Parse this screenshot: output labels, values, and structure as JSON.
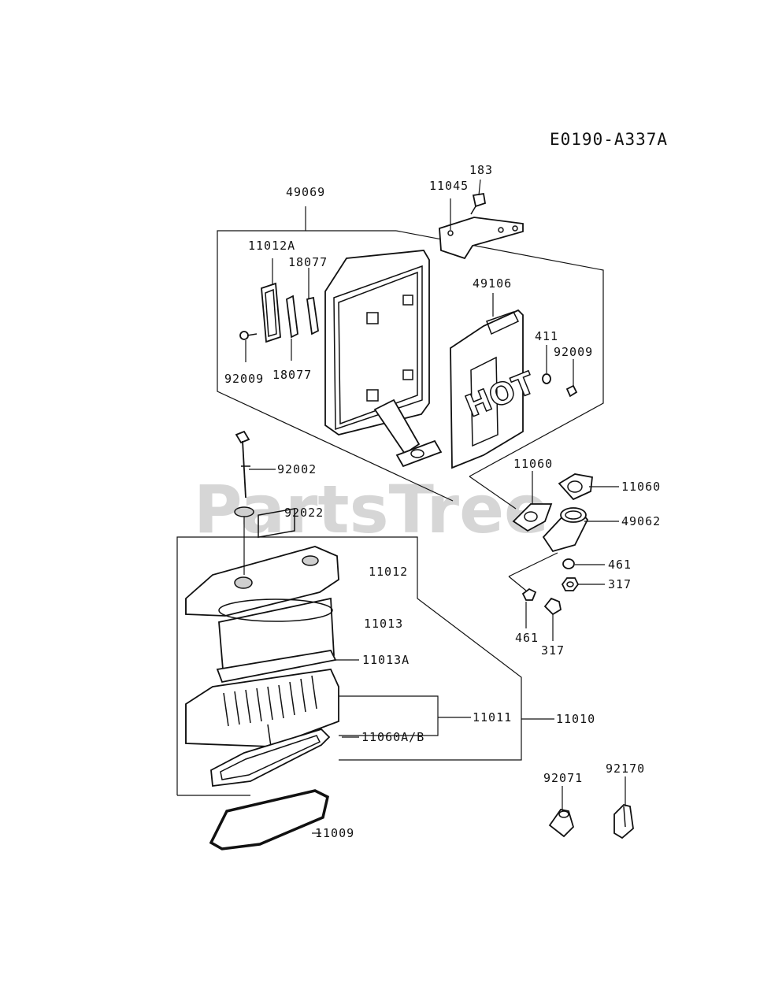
{
  "diagram_code": "E0190-A337A",
  "watermark": "PartsTree",
  "hot_stamp": "HOT",
  "labels": {
    "p49069": "49069",
    "p11045": "11045",
    "p183": "183",
    "p11012A": "11012A",
    "p18077_top": "18077",
    "p18077_bottom": "18077",
    "p92009_left": "92009",
    "p49106": "49106",
    "p411": "411",
    "p92009_right": "92009",
    "p92002": "92002",
    "p92022": "92022",
    "p11060_mid": "11060",
    "p11060_right": "11060",
    "p49062": "49062",
    "p461_right": "461",
    "p317_right": "317",
    "p461_bottom": "461",
    "p317_bottom": "317",
    "p11012": "11012",
    "p11013": "11013",
    "p11013A": "11013A",
    "p11011": "11011",
    "p11010": "11010",
    "p11060AB": "11060A/B",
    "p11009": "11009",
    "p92071": "92071",
    "p92170": "92170"
  }
}
